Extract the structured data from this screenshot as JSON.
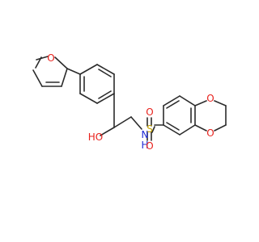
{
  "colors": {
    "bond": "#2b2b2b",
    "oxygen": "#e8211c",
    "nitrogen": "#1f2bd6",
    "sulfur": "#c7a400",
    "background": "#ffffff"
  },
  "atoms": [
    {
      "id": "o_furan",
      "symbol": "O",
      "element": "oxygen"
    },
    {
      "id": "o_hydroxyl",
      "symbol": "HO",
      "element": "oxygen"
    },
    {
      "id": "n_amide",
      "symbol": "N",
      "element": "nitrogen"
    },
    {
      "id": "h_amide",
      "symbol": "H",
      "element": "nitrogen"
    },
    {
      "id": "s_sulfonyl",
      "symbol": "S",
      "element": "sulfur"
    },
    {
      "id": "o_sulfonyl_top",
      "symbol": "O",
      "element": "oxygen"
    },
    {
      "id": "o_sulfonyl_bottom",
      "symbol": "O",
      "element": "oxygen"
    },
    {
      "id": "o_dioxane_top",
      "symbol": "O",
      "element": "oxygen"
    },
    {
      "id": "o_dioxane_bottom",
      "symbol": "O",
      "element": "oxygen"
    }
  ]
}
